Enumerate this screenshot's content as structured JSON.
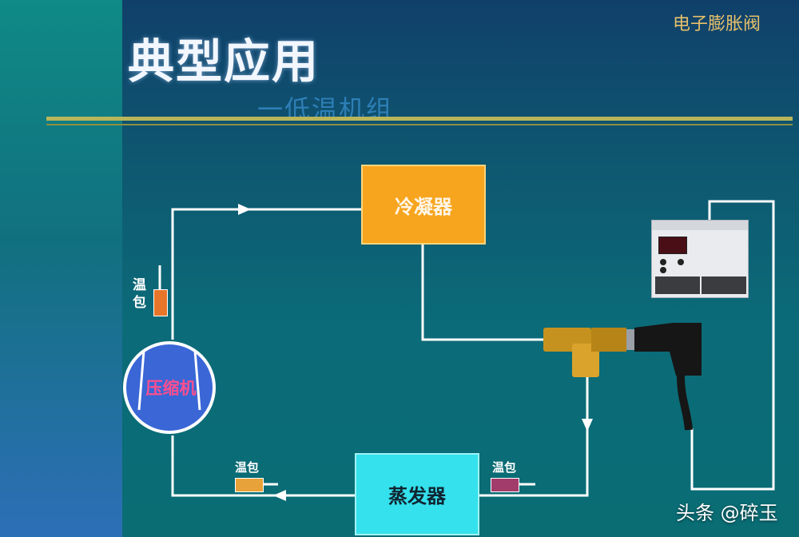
{
  "header": {
    "title": "典型应用",
    "subtitle": "一低温机组",
    "corner_label": "电子膨胀阀"
  },
  "components": {
    "condenser": "冷凝器",
    "evaporator": "蒸发器",
    "compressor": "压缩机",
    "temp_bulb_suction": "温包",
    "temp_bulb_bottom_left": "温包",
    "temp_bulb_bottom_right": "温包"
  },
  "watermark": "头条 @碎玉",
  "colors": {
    "condenser": "#f7a51f",
    "evaporator": "#34e1ec",
    "compressor": "#3a66d6",
    "pipe": "#ffffff",
    "corner_label": "#e7c06a"
  },
  "icons": [
    "compressor-symbol",
    "electronic-expansion-valve-icon",
    "controller-unit-icon",
    "flow-arrow-icon"
  ]
}
